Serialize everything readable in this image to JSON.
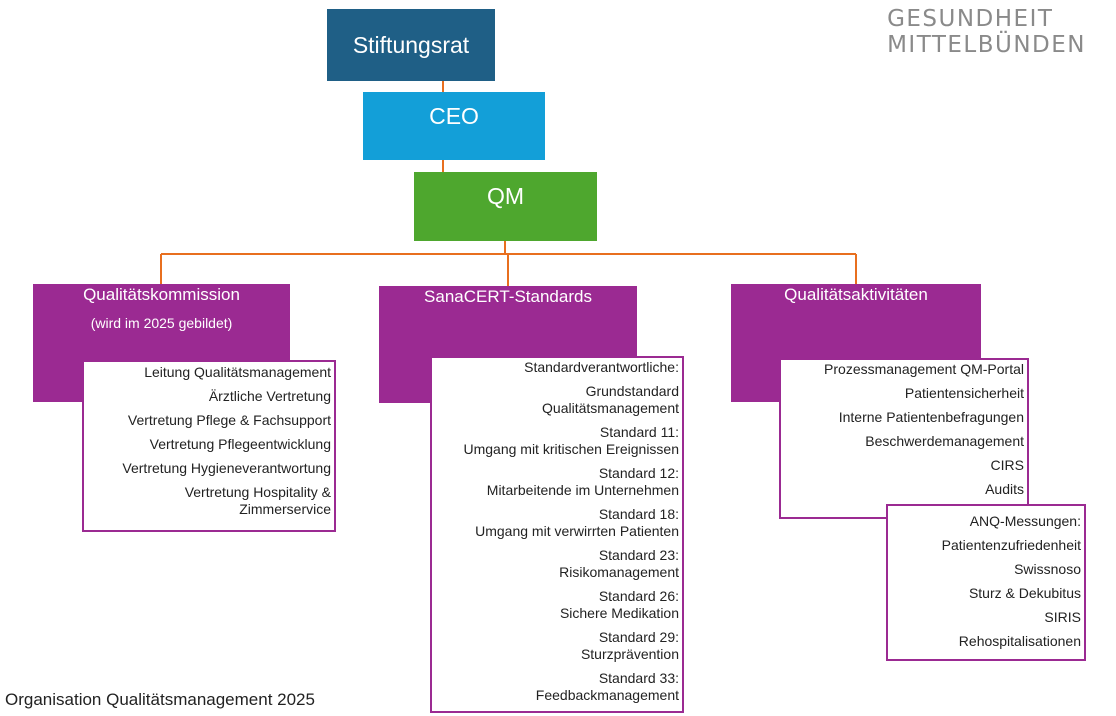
{
  "logo": {
    "line1": "GESUNDHEIT",
    "line2": "MITTELBÜNDEN"
  },
  "boxes": {
    "stiftungsrat": "Stiftungsrat",
    "ceo": "CEO",
    "qm": "QM"
  },
  "qualitaetskommission": {
    "title": "Qualitätskommission",
    "subtitle": "(wird im 2025 gebildet)",
    "items": [
      "Leitung Qualitätsmanagement",
      "Ärztliche Vertretung",
      "Vertretung Pflege & Fachsupport",
      "Vertretung Pflegeentwicklung",
      "Vertretung Hygieneverantwortung",
      "Vertretung Hospitality &\nZimmerservice"
    ]
  },
  "sanacert": {
    "title": "SanaCERT-Standards",
    "heading": "Standardverantwortliche:",
    "items": [
      "Grundstandard\nQualitätsmanagement",
      "Standard 11:\nUmgang mit kritischen Ereignissen",
      "Standard 12:\nMitarbeitende im Unternehmen",
      "Standard 18:\nUmgang mit verwirrten Patienten",
      "Standard 23:\nRisikomanagement",
      "Standard 26:\nSichere Medikation",
      "Standard 29:\nSturzprävention",
      "Standard 33:\nFeedbackmanagement"
    ]
  },
  "aktivitaeten": {
    "title": "Qualitätsaktivitäten",
    "items": [
      "Prozessmanagement QM-Portal",
      "Patientensicherheit",
      "Interne Patientenbefragungen",
      "Beschwerdemanagement",
      "CIRS",
      "Audits"
    ],
    "anq": {
      "heading": "ANQ-Messungen:",
      "items": [
        "Patientenzufriedenheit",
        "Swissnoso",
        "Sturz & Dekubitus",
        "SIRIS",
        "Rehospitalisationen"
      ]
    }
  },
  "caption": "Organisation Qualitätsmanagement 2025",
  "colors": {
    "stiftungsrat": "#1f5f86",
    "ceo": "#139fd8",
    "qm": "#4ea72e",
    "purple": "#9b2a92",
    "connector": "#e86f1f"
  }
}
